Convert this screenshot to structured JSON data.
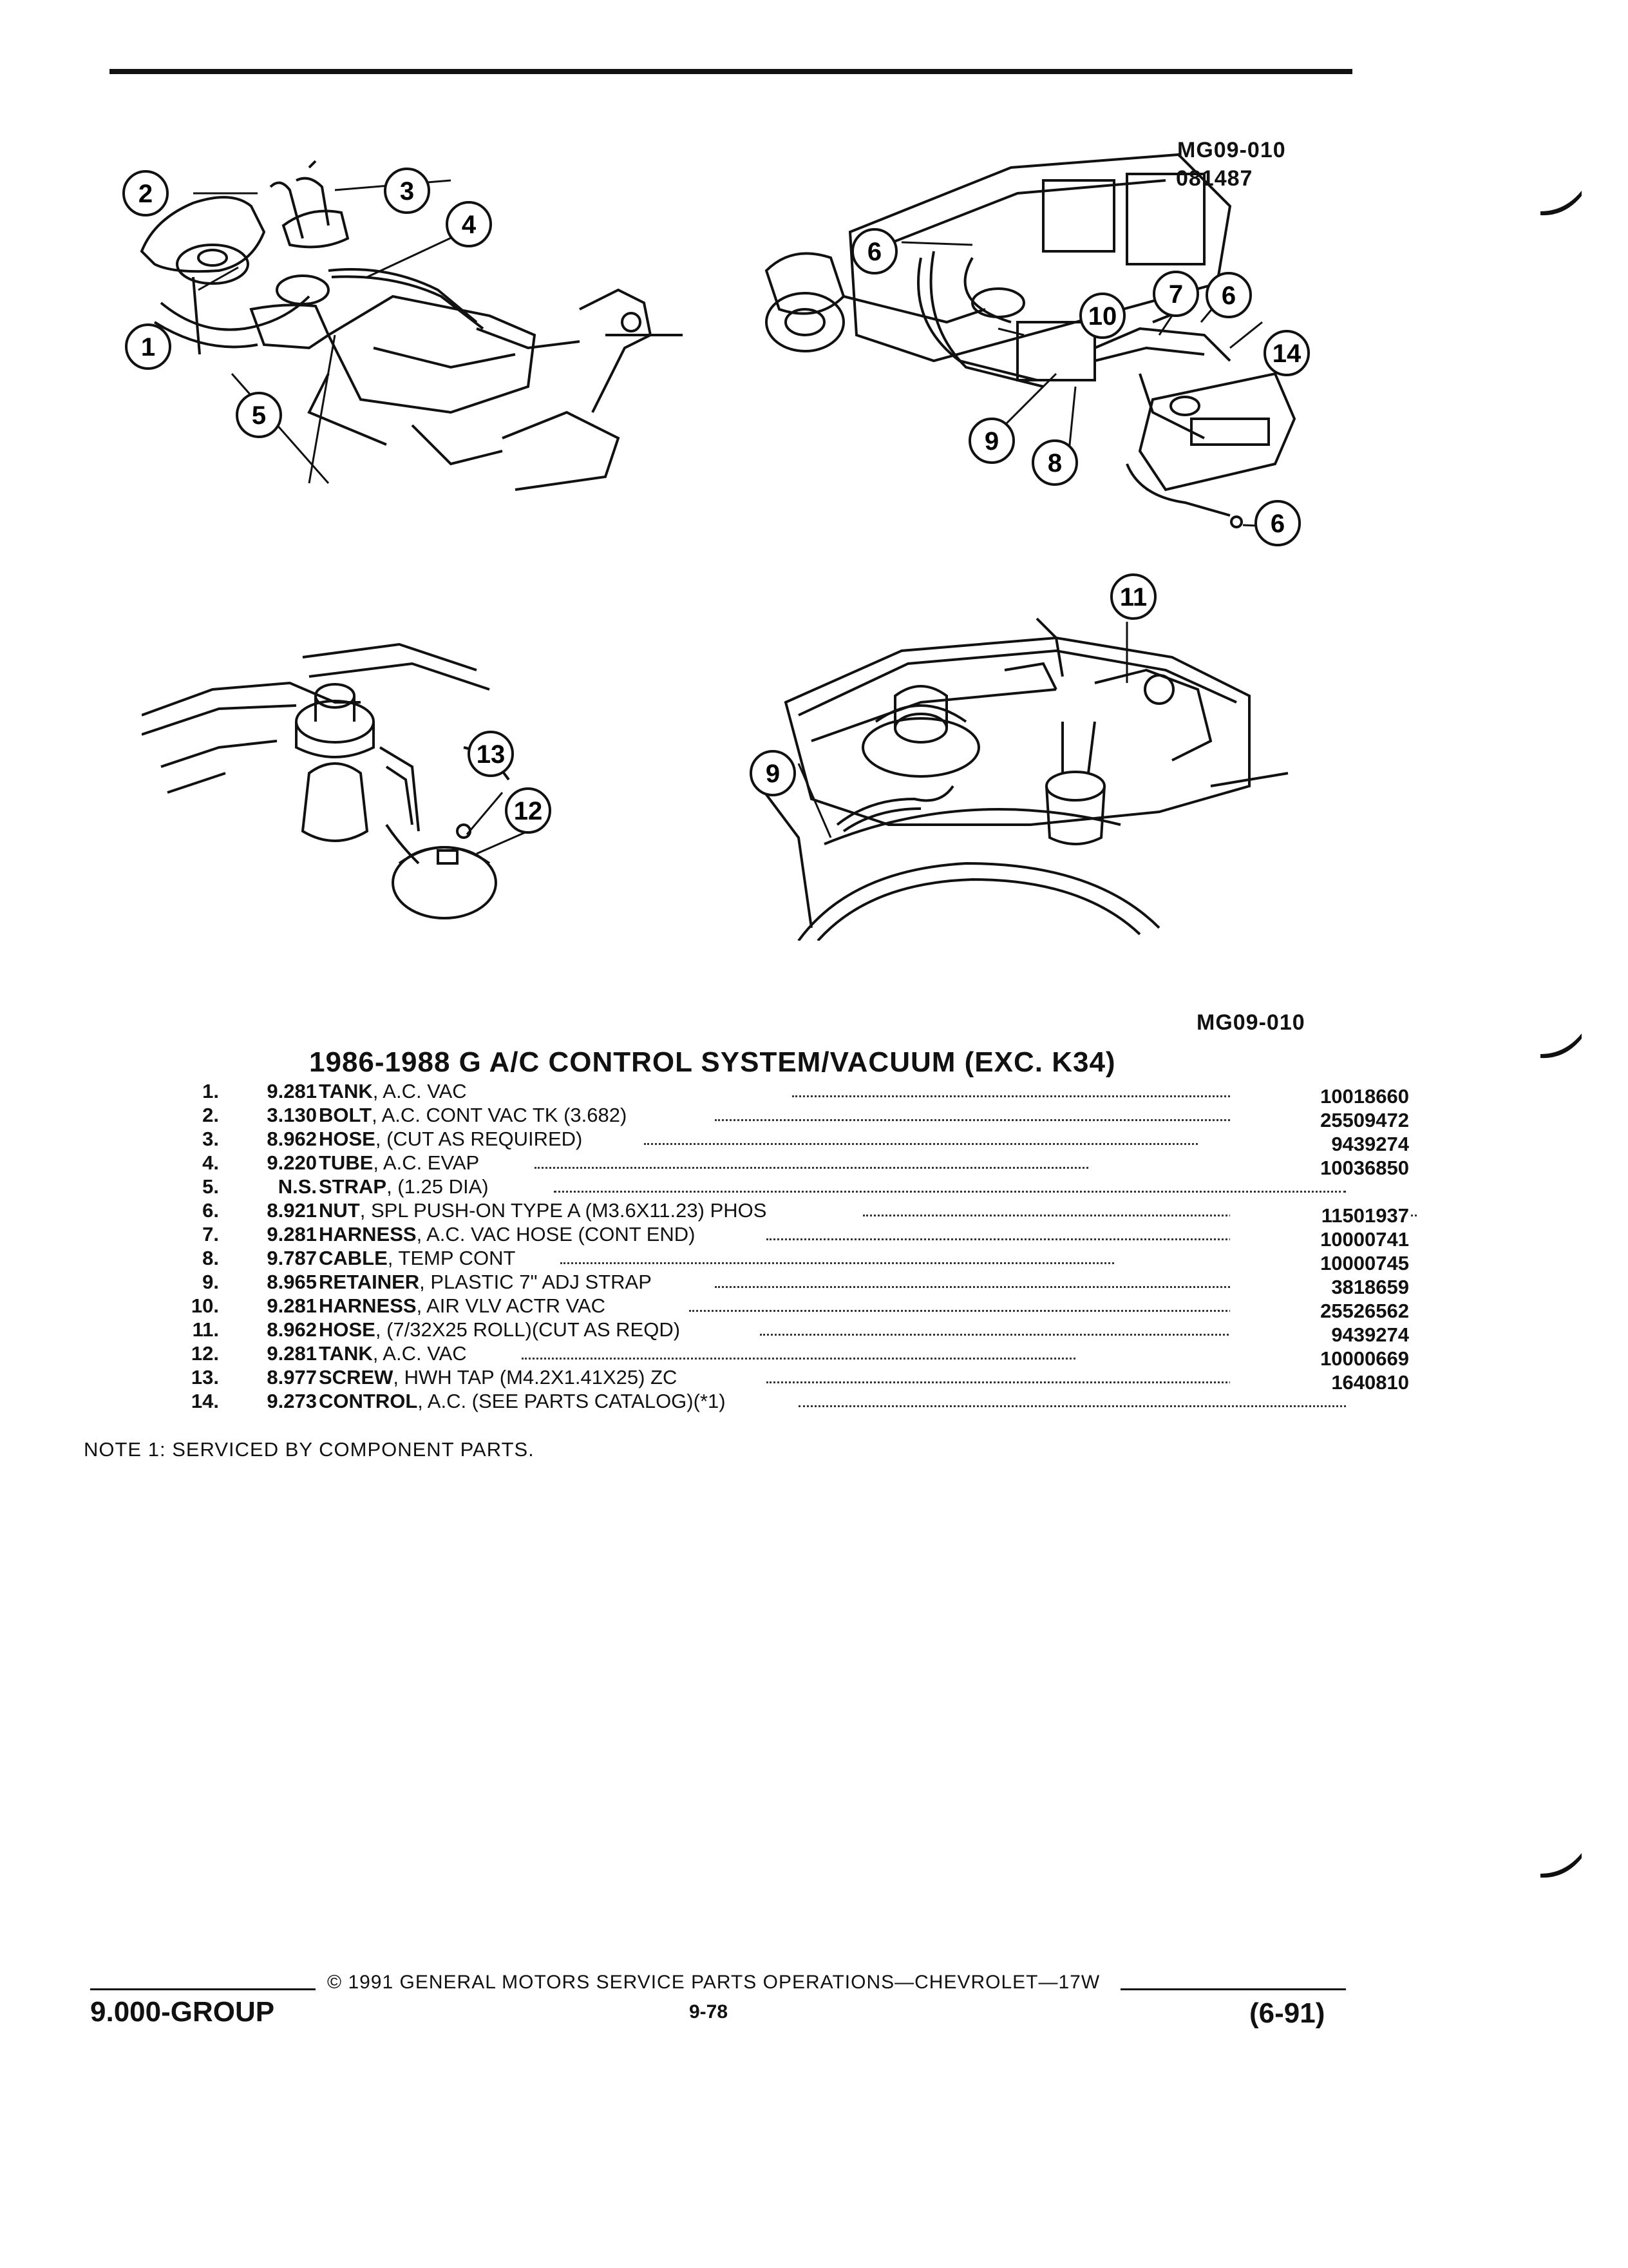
{
  "figure": {
    "code_top": "MG09-010",
    "date_code": "081487",
    "code_bottom": "MG09-010"
  },
  "callouts": {
    "c1": "1",
    "c2": "2",
    "c3": "3",
    "c4": "4",
    "c5": "5",
    "c6a": "6",
    "c6b": "6",
    "c6c": "6",
    "c7": "7",
    "c8": "8",
    "c9a": "9",
    "c9b": "9",
    "c10": "10",
    "c11": "11",
    "c12": "12",
    "c13": "13",
    "c14": "14"
  },
  "title": "1986-1988 G A/C CONTROL SYSTEM/VACUUM (EXC. K34)",
  "parts": [
    {
      "num": "1.",
      "group": "9.281",
      "name": "TANK",
      "detail": ", A.C. VAC",
      "part_no": "10018660"
    },
    {
      "num": "2.",
      "group": "3.130",
      "name": "BOLT",
      "detail": ", A.C. CONT VAC TK (3.682)",
      "part_no": "25509472"
    },
    {
      "num": "3.",
      "group": "8.962",
      "name": "HOSE",
      "detail": ", (CUT AS REQUIRED)",
      "part_no": "9439274"
    },
    {
      "num": "4.",
      "group": "9.220",
      "name": "TUBE",
      "detail": ", A.C. EVAP",
      "part_no": "10036850"
    },
    {
      "num": "5.",
      "group": "N.S.",
      "name": "STRAP",
      "detail": ", (1.25 DIA)",
      "part_no": ""
    },
    {
      "num": "6.",
      "group": "8.921",
      "name": "NUT",
      "detail": ", SPL PUSH-ON TYPE A (M3.6X11.23) PHOS",
      "part_no": "11501937"
    },
    {
      "num": "7.",
      "group": "9.281",
      "name": "HARNESS",
      "detail": ", A.C. VAC HOSE (CONT END)",
      "part_no": "10000741"
    },
    {
      "num": "8.",
      "group": "9.787",
      "name": "CABLE",
      "detail": ", TEMP CONT",
      "part_no": "10000745"
    },
    {
      "num": "9.",
      "group": "8.965",
      "name": "RETAINER",
      "detail": ", PLASTIC 7\" ADJ STRAP",
      "part_no": "3818659"
    },
    {
      "num": "10.",
      "group": "9.281",
      "name": "HARNESS",
      "detail": ", AIR VLV ACTR VAC",
      "part_no": "25526562"
    },
    {
      "num": "11.",
      "group": "8.962",
      "name": "HOSE",
      "detail": ", (7/32X25 ROLL)(CUT AS REQD)",
      "part_no": "9439274"
    },
    {
      "num": "12.",
      "group": "9.281",
      "name": "TANK",
      "detail": ", A.C. VAC",
      "part_no": "10000669"
    },
    {
      "num": "13.",
      "group": "8.977",
      "name": "SCREW",
      "detail": ", HWH TAP (M4.2X1.41X25) ZC",
      "part_no": "1640810"
    },
    {
      "num": "14.",
      "group": "9.273",
      "name": "CONTROL",
      "detail": ", A.C. (SEE PARTS CATALOG)(*1)",
      "part_no": ""
    }
  ],
  "note": "NOTE  1:  SERVICED BY COMPONENT PARTS.",
  "footer": {
    "group": "9.000-GROUP",
    "copyright": "© 1991  GENERAL MOTORS SERVICE PARTS OPERATIONS—CHEVROLET—17W",
    "page": "9-78",
    "date": "(6-91)"
  }
}
